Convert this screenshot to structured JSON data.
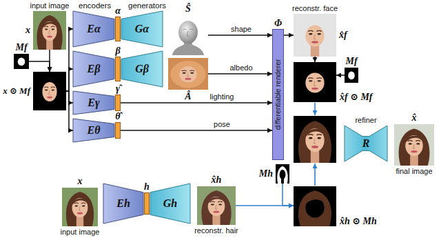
{
  "diagram": {
    "nodes": [
      {
        "text": [
          "input image",
          "x"
        ]
      },
      {
        "text": [
          "Mf"
        ]
      },
      {
        "text": [
          "x ⊙ Mf"
        ]
      },
      {
        "text": [
          "Eα"
        ]
      },
      {
        "text": [
          "Eβ"
        ]
      },
      {
        "text": [
          "Eγ"
        ]
      },
      {
        "text": [
          "Eθ"
        ]
      },
      {
        "text": [
          "α"
        ]
      },
      {
        "text": [
          "β"
        ]
      },
      {
        "text": [
          "γ̂"
        ]
      },
      {
        "text": [
          "θ̂"
        ]
      },
      {
        "text": [
          "Gα"
        ]
      },
      {
        "text": [
          "Gβ"
        ]
      },
      {
        "text": [
          "Ŝ"
        ]
      },
      {
        "text": [
          "Â"
        ]
      },
      {
        "text": [
          "Φ",
          "differentiable renderer"
        ]
      },
      {
        "text": [
          "reconstr. face",
          "x̂f"
        ]
      },
      {
        "text": [
          "Mf"
        ]
      },
      {
        "text": [
          "x̂f ⊙ Mf"
        ]
      },
      {
        "text": [
          "refiner",
          "R"
        ]
      },
      {
        "text": [
          "x̂",
          "final image"
        ]
      },
      {
        "text": [
          "x",
          "input image"
        ]
      },
      {
        "text": [
          "Eh"
        ]
      },
      {
        "text": [
          "h"
        ]
      },
      {
        "text": [
          "Gh"
        ]
      },
      {
        "text": [
          "x̂h",
          "reconstr. hair"
        ]
      },
      {
        "text": [
          "Mh"
        ]
      },
      {
        "text": [
          "x̂h ⊙ Mh"
        ]
      }
    ],
    "edges": [
      {
        "from": 0,
        "to": 2,
        "arrow": "to"
      },
      {
        "from": 1,
        "to": 2,
        "arrow": "to"
      },
      {
        "from": 2,
        "to": 3,
        "arrow": "to"
      },
      {
        "from": 2,
        "to": 4,
        "arrow": "to"
      },
      {
        "from": 2,
        "to": 5,
        "arrow": "to"
      },
      {
        "from": 2,
        "to": 6,
        "arrow": "to"
      },
      {
        "from": 13,
        "to": 15,
        "label": "shape",
        "arrow": "to"
      },
      {
        "from": 14,
        "to": 15,
        "label": "albedo",
        "arrow": "to"
      },
      {
        "from": 9,
        "to": 15,
        "label": "lighting",
        "arrow": "to"
      },
      {
        "from": 10,
        "to": 15,
        "label": "pose",
        "arrow": "to"
      },
      {
        "from": 15,
        "to": 16,
        "arrow": "to"
      },
      {
        "from": 16,
        "to": 18,
        "arrow": "to"
      },
      {
        "from": 17,
        "to": 18,
        "arrow": "to"
      },
      {
        "from": 25,
        "to": 27,
        "arrow": "to"
      },
      {
        "from": 26,
        "to": 27,
        "arrow": "to"
      }
    ],
    "labels": [
      "encoders",
      "generators"
    ]
  }
}
